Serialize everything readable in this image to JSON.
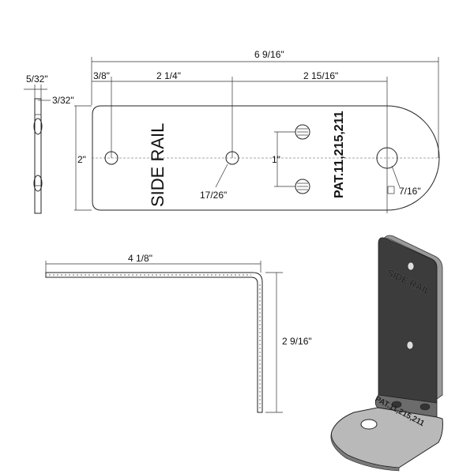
{
  "top_view": {
    "overall_width": "6 9/16\"",
    "first_hole_offset": "3/8\"",
    "hole_spacing_1": "2 1/4\"",
    "hole_spacing_2": "2 15/16\"",
    "height": "2\"",
    "slot_spacing": "1\"",
    "small_hole_dia": "17/26\"",
    "large_hole_dia": "7/16\"",
    "large_hole_symbol": "⍰",
    "text_side_rail": "SIDE RAIL",
    "text_patent": "PAT.11,215,211"
  },
  "side_view": {
    "thickness_1": "5/32\"",
    "thickness_2": "3/32\""
  },
  "bent_view": {
    "horizontal_leg": "4 1/8\"",
    "vertical_leg": "2 9/16\""
  },
  "render": {
    "upright_text": "SIDE RAIL",
    "base_text": "PAT.11,215,211"
  },
  "colors": {
    "line": "#222222",
    "plate_dark": "#3c3c3c",
    "plate_light": "#b9b9b9"
  }
}
